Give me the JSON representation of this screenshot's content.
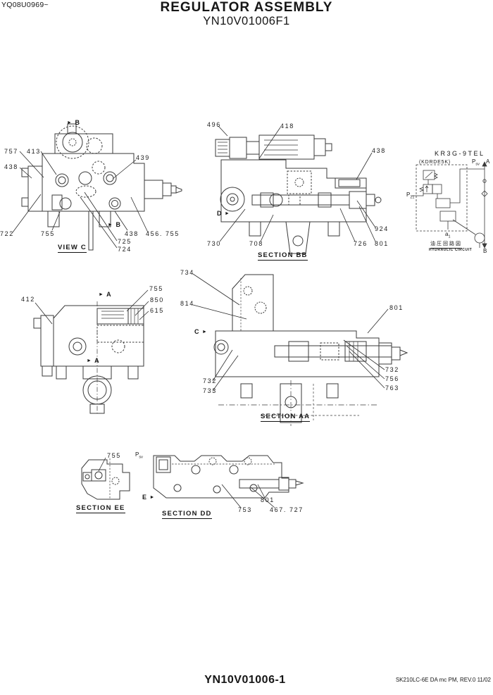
{
  "header": {
    "doc_code": "YQ08U0969~",
    "title": "REGULATOR ASSEMBLY",
    "part_number": "YN10V01006F1"
  },
  "icons": {
    "arrow_right": "►"
  },
  "view_c": {
    "label": "VIEW C",
    "arrow_letter": "B",
    "callouts": [
      "757",
      "413",
      "438",
      "722",
      "755",
      "438",
      "456. 755",
      "725",
      "724",
      "439"
    ]
  },
  "section_bb": {
    "label": "SECTION BB",
    "arrow_letter": "D",
    "callouts": [
      "496",
      "418",
      "438",
      "730",
      "708",
      "726",
      "801",
      "924"
    ]
  },
  "circuit": {
    "model": "KR3G-9TEL",
    "valve_name": "(KDRDE5K)",
    "port_psv": {
      "main": "P",
      "sub": "sv"
    },
    "port_p21": {
      "main": "P",
      "sub": "21"
    },
    "port_a1": {
      "main": "a",
      "sub": "1"
    },
    "corner_a": "A",
    "corner_b": "B",
    "caption_jp": "油圧回路図",
    "caption_en": "HYDRAULIC CIRCUIT"
  },
  "view_a": {
    "arrow_letter": "A",
    "callouts": [
      "412",
      "755",
      "850",
      "615"
    ]
  },
  "section_aa": {
    "label": "SECTION AA",
    "arrow_letter": "C",
    "callouts": [
      "734",
      "814",
      "801",
      "732",
      "733",
      "732",
      "756",
      "763"
    ]
  },
  "section_ee": {
    "label": "SECTION EE",
    "callouts": [
      "755"
    ]
  },
  "section_dd": {
    "label": "SECTION DD",
    "arrow_letter": "E",
    "port_psv": {
      "main": "P",
      "sub": "sv"
    },
    "callouts": [
      "753",
      "467. 727",
      "801"
    ]
  },
  "footer": {
    "drawing_number": "YN10V01006-1",
    "revision": "SK210LC-6E DA mc PM, REV.0 11/02"
  }
}
